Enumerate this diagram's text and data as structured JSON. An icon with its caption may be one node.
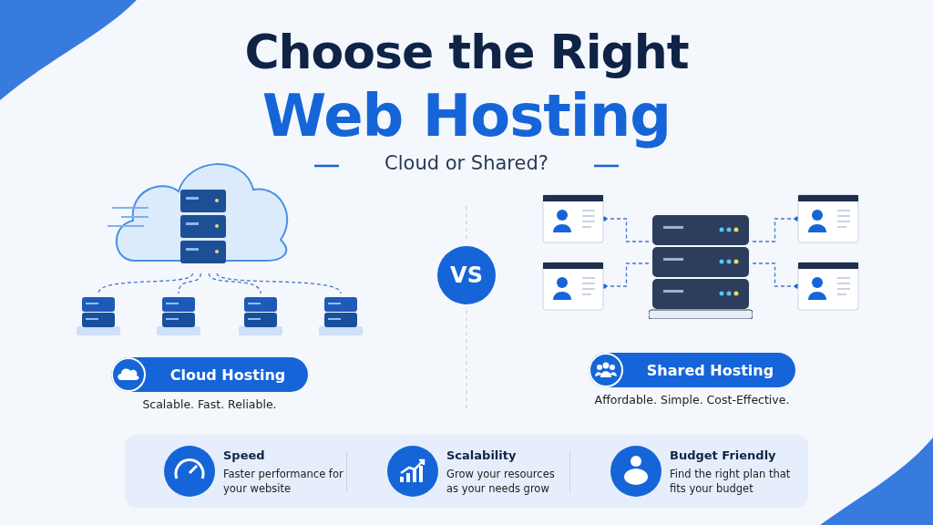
{
  "diagram": {
    "title": "Choose the Right Web Hosting",
    "nodes": [
      {
        "text": [],
        "shape": "picture"
      },
      {
        "text": [],
        "shape": "picture"
      },
      {
        "text": [],
        "shape": "picture"
      },
      {
        "text": [],
        "shape": "picture"
      },
      {
        "text": [],
        "shape": "picture"
      },
      {
        "text": [
          "Cloud Hosting"
        ],
        "beside": [
          "Scalable. Fast. Reliable."
        ]
      },
      {
        "text": [
          "VS"
        ]
      },
      {
        "text": [],
        "shape": "picture"
      },
      {
        "text": [],
        "shape": "picture"
      },
      {
        "text": [],
        "shape": "picture"
      },
      {
        "text": [],
        "shape": "picture"
      },
      {
        "text": [],
        "shape": "picture"
      },
      {
        "text": [
          "Shared Hosting"
        ],
        "beside": [
          "Affordable. Simple. Cost-Effective."
        ]
      },
      {
        "text": [
          "Speed",
          "Faster performance for your website",
          "Scalability",
          "Grow your resources as your needs grow",
          "Budget Friendly",
          "Find the right plan that fits your budget"
        ]
      }
    ],
    "edges": [
      {
        "from": 0,
        "to": 1,
        "arrow": "none",
        "style": "dashed"
      },
      {
        "from": 0,
        "to": 2,
        "arrow": "none",
        "style": "dashed"
      },
      {
        "from": 0,
        "to": 3,
        "arrow": "none",
        "style": "dashed"
      },
      {
        "from": 0,
        "to": 4,
        "arrow": "none",
        "style": "dashed"
      },
      {
        "from": 9,
        "to": 7,
        "arrow": "other",
        "style": "dashed"
      },
      {
        "from": 9,
        "to": 8,
        "arrow": "other",
        "style": "dashed"
      },
      {
        "from": 9,
        "to": 10,
        "arrow": "other",
        "style": "dashed"
      },
      {
        "from": 9,
        "to": 11,
        "arrow": "other",
        "style": "dashed"
      }
    ],
    "labels": [
      "Cloud or Shared?"
    ]
  }
}
